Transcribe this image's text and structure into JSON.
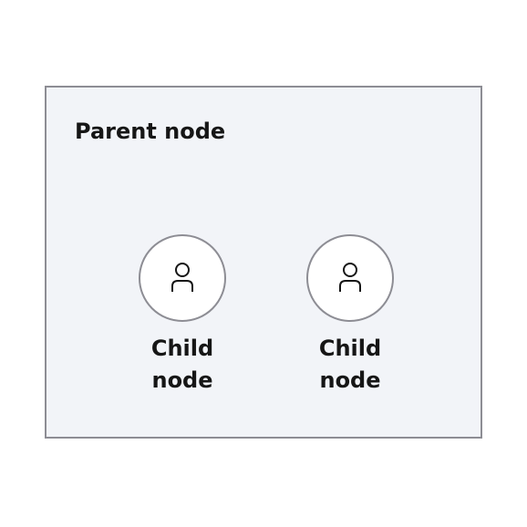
{
  "parent": {
    "title": "Parent node"
  },
  "children": [
    {
      "label": "Child\nnode",
      "icon": "user-icon"
    },
    {
      "label": "Child\nnode",
      "icon": "user-icon"
    }
  ],
  "colors": {
    "container_bg": "#f2f4f8",
    "border": "#8d8d94",
    "text": "#161616",
    "node_bg": "#ffffff"
  }
}
